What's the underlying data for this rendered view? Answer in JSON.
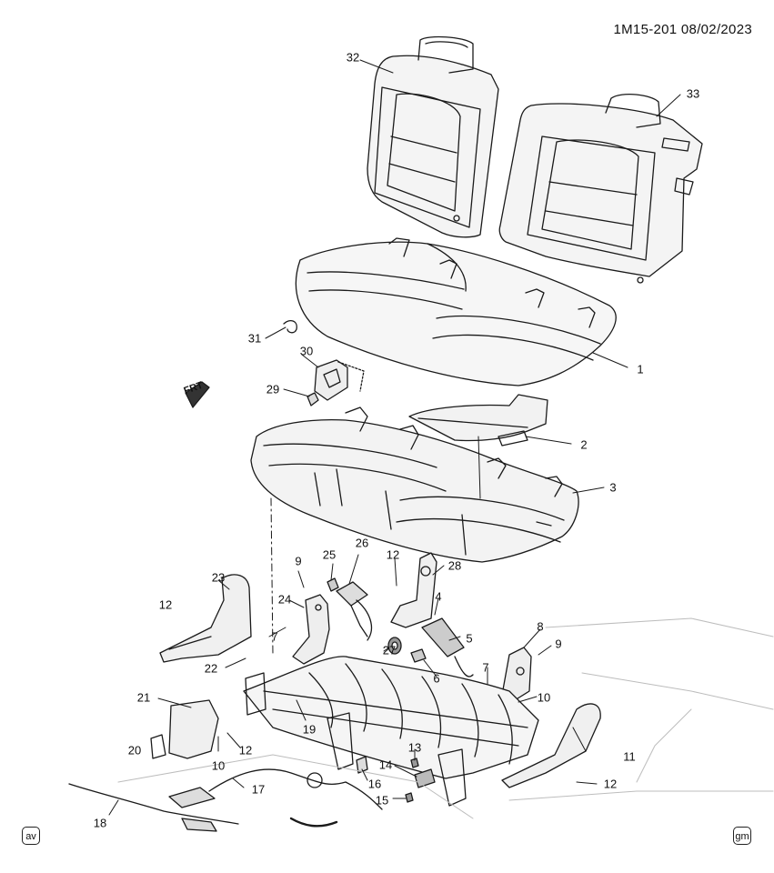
{
  "header": {
    "code_date": "1M15-201  08/02/2023"
  },
  "front_indicator": {
    "label": "FRT"
  },
  "corner_badges": {
    "left": "av",
    "right": "gm"
  },
  "callouts": [
    {
      "id": "32",
      "label": "32"
    },
    {
      "id": "33",
      "label": "33"
    },
    {
      "id": "31",
      "label": "31"
    },
    {
      "id": "1",
      "label": "1"
    },
    {
      "id": "30",
      "label": "30"
    },
    {
      "id": "29",
      "label": "29"
    },
    {
      "id": "2",
      "label": "2"
    },
    {
      "id": "3",
      "label": "3"
    },
    {
      "id": "26",
      "label": "26"
    },
    {
      "id": "25",
      "label": "25"
    },
    {
      "id": "9a",
      "label": "9"
    },
    {
      "id": "12a",
      "label": "12"
    },
    {
      "id": "28",
      "label": "28"
    },
    {
      "id": "23",
      "label": "23"
    },
    {
      "id": "24",
      "label": "24"
    },
    {
      "id": "4",
      "label": "4"
    },
    {
      "id": "12b",
      "label": "12"
    },
    {
      "id": "7a",
      "label": "7"
    },
    {
      "id": "5",
      "label": "5"
    },
    {
      "id": "8",
      "label": "8"
    },
    {
      "id": "9b",
      "label": "9"
    },
    {
      "id": "27",
      "label": "27"
    },
    {
      "id": "22",
      "label": "22"
    },
    {
      "id": "6",
      "label": "6"
    },
    {
      "id": "7b",
      "label": "7"
    },
    {
      "id": "10a",
      "label": "10"
    },
    {
      "id": "21",
      "label": "21"
    },
    {
      "id": "19",
      "label": "19"
    },
    {
      "id": "20",
      "label": "20"
    },
    {
      "id": "12c",
      "label": "12"
    },
    {
      "id": "11",
      "label": "11"
    },
    {
      "id": "10b",
      "label": "10"
    },
    {
      "id": "13",
      "label": "13"
    },
    {
      "id": "14",
      "label": "14"
    },
    {
      "id": "16",
      "label": "16"
    },
    {
      "id": "17",
      "label": "17"
    },
    {
      "id": "12d",
      "label": "12"
    },
    {
      "id": "15",
      "label": "15"
    },
    {
      "id": "18",
      "label": "18"
    }
  ]
}
